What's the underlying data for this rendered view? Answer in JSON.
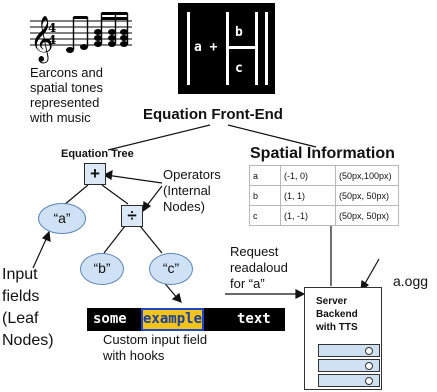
{
  "music_caption": [
    "Earcons and",
    "spatial tones",
    "represented",
    "with music"
  ],
  "math_box": {
    "left_term": "a +",
    "top_term": "b",
    "bottom_term": "c"
  },
  "front_end_title": "Equation Front-End",
  "tree": {
    "title": "Equation Tree",
    "root_op": "+",
    "child_op": "÷",
    "leaf_a": "“a”",
    "leaf_b": "“b”",
    "leaf_c": "“c”",
    "operators_label": [
      "Operators",
      "(Internal",
      "Nodes)"
    ],
    "input_fields_label": [
      "Input",
      "fields",
      "(Leaf",
      "Nodes)"
    ]
  },
  "spatial": {
    "title": "Spatial Information",
    "rows": [
      [
        "a",
        "(-1, 0)",
        "(50px,100px)"
      ],
      [
        "b",
        "(1, 1)",
        "(50px, 50px)"
      ],
      [
        "c",
        "(1, -1)",
        "(50px, 50px)"
      ]
    ]
  },
  "request_label": [
    "Request",
    "readaloud",
    "for “a”"
  ],
  "audio_file": "a.ogg",
  "server_label": [
    "Server",
    "Backend",
    "with TTS"
  ],
  "input_field": {
    "before": "some",
    "highlight": "example",
    "after": "text"
  },
  "input_caption": [
    "Custom input field",
    "with hooks"
  ],
  "colors": {
    "node_fill": "#dbe9f7",
    "leaf_fill": "#cfe2f5",
    "highlight": "#f2c318",
    "highlight_text": "#1a3f9e"
  }
}
